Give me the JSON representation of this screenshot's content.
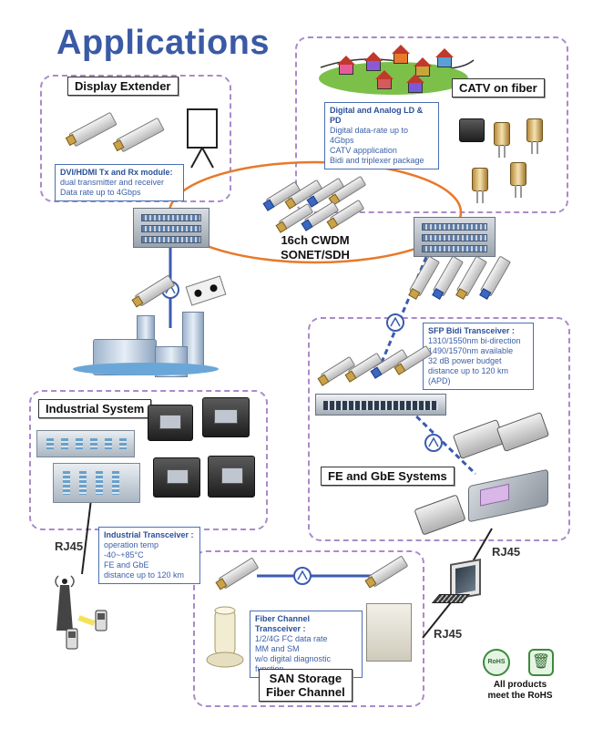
{
  "title": "Applications",
  "sections": {
    "display_extender": {
      "label": "Display Extender",
      "spec": {
        "head": "DVI/HDMI Tx and Rx module:",
        "lines": [
          "dual transmitter and receiver",
          "Data rate up to 4Gbps"
        ]
      }
    },
    "catv": {
      "label": "CATV on fiber",
      "spec": {
        "head": "Digital and Analog LD & PD",
        "lines": [
          "Digital data-rate up to 4Gbps",
          "CATV appplication",
          "Bidi and triplexer package"
        ]
      }
    },
    "center": {
      "line1": "16ch CWDM",
      "line2": "SONET/SDH"
    },
    "sfp_bidi": {
      "spec": {
        "head": "SFP Bidi Transceiver :",
        "lines": [
          "1310/1550nm bi-direction",
          "1490/1570nm available",
          "32 dB power budget",
          "distance up to 120 km (APD)"
        ]
      }
    },
    "industrial": {
      "label": "Industrial System",
      "spec": {
        "head": "Industrial Transceiver :",
        "lines": [
          "operation temp -40~+85°C",
          "FE and GbE",
          "distance up to 120 km"
        ]
      }
    },
    "fe_gbe": {
      "label": "FE and GbE Systems"
    },
    "san": {
      "label_line1": "SAN Storage",
      "label_line2": "Fiber Channel",
      "spec": {
        "head": "Fiber Channel Transceiver :",
        "lines": [
          "1/2/4G FC data rate",
          "MM and SM",
          "w/o digital diagnostic function"
        ]
      }
    }
  },
  "rj45_labels": [
    "RJ45",
    "RJ45",
    "RJ45"
  ],
  "rohs": {
    "badge_text": "RoHS",
    "line1": "All products",
    "line2": "meet the RoHS"
  },
  "colors": {
    "title": "#3a5aa6",
    "dashed_border": "#a98bc9",
    "ring": "#e8792b",
    "link_line": "#3b5bb0",
    "spec_text": "#3b5fa8"
  }
}
